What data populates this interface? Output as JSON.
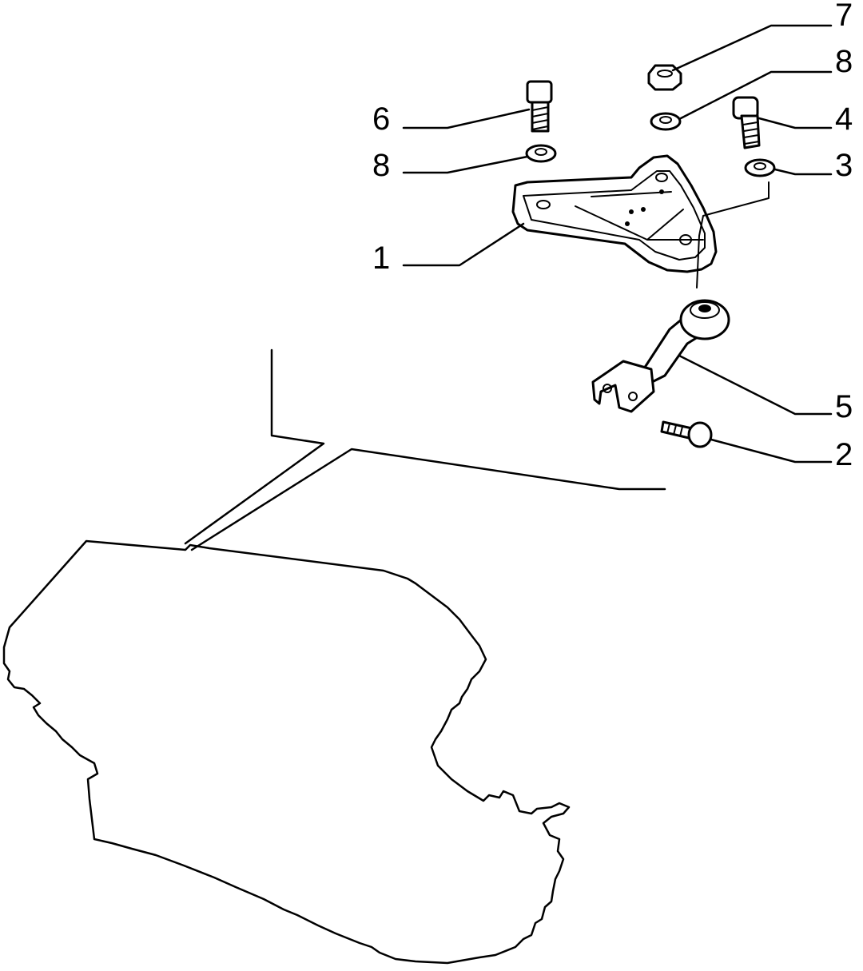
{
  "callouts": [
    {
      "id": "c7",
      "text": "7"
    },
    {
      "id": "c8a",
      "text": "8"
    },
    {
      "id": "c6",
      "text": "6"
    },
    {
      "id": "c4",
      "text": "4"
    },
    {
      "id": "c8b",
      "text": "8"
    },
    {
      "id": "c3",
      "text": "3"
    },
    {
      "id": "c1",
      "text": "1"
    },
    {
      "id": "c5",
      "text": "5"
    },
    {
      "id": "c2",
      "text": "2"
    }
  ],
  "colors": {
    "line": "#000000",
    "background": "#ffffff"
  }
}
